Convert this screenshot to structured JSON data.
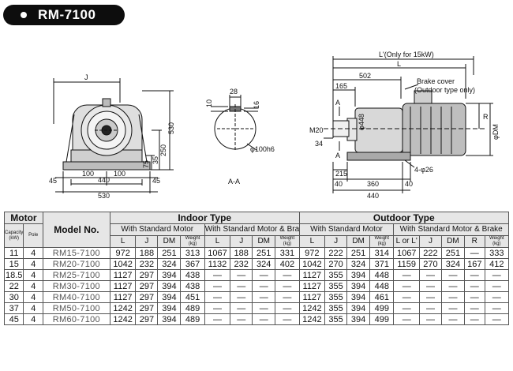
{
  "title": "RM-7100",
  "front_view": {
    "dims": {
      "J": "J",
      "h530": "530",
      "h250": "250",
      "h35": "35",
      "h75": "75",
      "w100a": "100",
      "w100b": "100",
      "w440": "440",
      "w45a": "45",
      "w45b": "45",
      "w530": "530"
    }
  },
  "section_view": {
    "dims": {
      "d10": "10",
      "d28": "28",
      "d16": "16",
      "shaft": "φ100h6"
    },
    "label": "A-A"
  },
  "side_view": {
    "dims": {
      "Lprime": "L'(Only for 15kW)",
      "L": "L",
      "d502": "502",
      "d165": "165",
      "brake_cover": "Brake cover",
      "outdoor_only": "(Outdoor type only)",
      "A1": "A",
      "A2": "A",
      "phi448": "φ448",
      "R": "R",
      "phiDM": "φDM",
      "M20": "M20",
      "d34": "34",
      "d215": "215",
      "holes": "4-φ26",
      "d40a": "40",
      "d360": "360",
      "d40b": "40",
      "d440": "440"
    }
  },
  "table": {
    "group_motor": "Motor",
    "model_no": "Model No.",
    "indoor": "Indoor Type",
    "outdoor": "Outdoor Type",
    "std_motor_in": "With Standard Motor",
    "std_brake_in": "With Standard Motor & Brake",
    "std_motor_out": "With Standard Motor",
    "std_brake_out": "With Standard Motor & Brake",
    "capacity": "Capacity (kW)",
    "pole": "Pole",
    "cols_in_a": [
      "L",
      "J",
      "DM",
      "Weight (kg)"
    ],
    "cols_in_b": [
      "L",
      "J",
      "DM",
      "Weight (kg)"
    ],
    "cols_out_a": [
      "L",
      "J",
      "DM",
      "Weight (kg)"
    ],
    "cols_out_b": [
      "L or L'",
      "J",
      "DM",
      "R",
      "Weight (kg)"
    ],
    "rows": [
      [
        "11",
        "4",
        "RM15-7100",
        "972",
        "188",
        "251",
        "313",
        "1067",
        "188",
        "251",
        "331",
        "972",
        "222",
        "251",
        "314",
        "1067",
        "222",
        "251",
        "—",
        "333"
      ],
      [
        "15",
        "4",
        "RM20-7100",
        "1042",
        "232",
        "324",
        "367",
        "1132",
        "232",
        "324",
        "402",
        "1042",
        "270",
        "324",
        "371",
        "1159",
        "270",
        "324",
        "167",
        "412"
      ],
      [
        "18.5",
        "4",
        "RM25-7100",
        "1127",
        "297",
        "394",
        "438",
        "—",
        "—",
        "—",
        "—",
        "1127",
        "355",
        "394",
        "448",
        "—",
        "—",
        "—",
        "—",
        "—"
      ],
      [
        "22",
        "4",
        "RM30-7100",
        "1127",
        "297",
        "394",
        "438",
        "—",
        "—",
        "—",
        "—",
        "1127",
        "355",
        "394",
        "448",
        "—",
        "—",
        "—",
        "—",
        "—"
      ],
      [
        "30",
        "4",
        "RM40-7100",
        "1127",
        "297",
        "394",
        "451",
        "—",
        "—",
        "—",
        "—",
        "1127",
        "355",
        "394",
        "461",
        "—",
        "—",
        "—",
        "—",
        "—"
      ],
      [
        "37",
        "4",
        "RM50-7100",
        "1242",
        "297",
        "394",
        "489",
        "—",
        "—",
        "—",
        "—",
        "1242",
        "355",
        "394",
        "499",
        "—",
        "—",
        "—",
        "—",
        "—"
      ],
      [
        "45",
        "4",
        "RM60-7100",
        "1242",
        "297",
        "394",
        "489",
        "—",
        "—",
        "—",
        "—",
        "1242",
        "355",
        "394",
        "499",
        "—",
        "—",
        "—",
        "—",
        "—"
      ]
    ]
  }
}
